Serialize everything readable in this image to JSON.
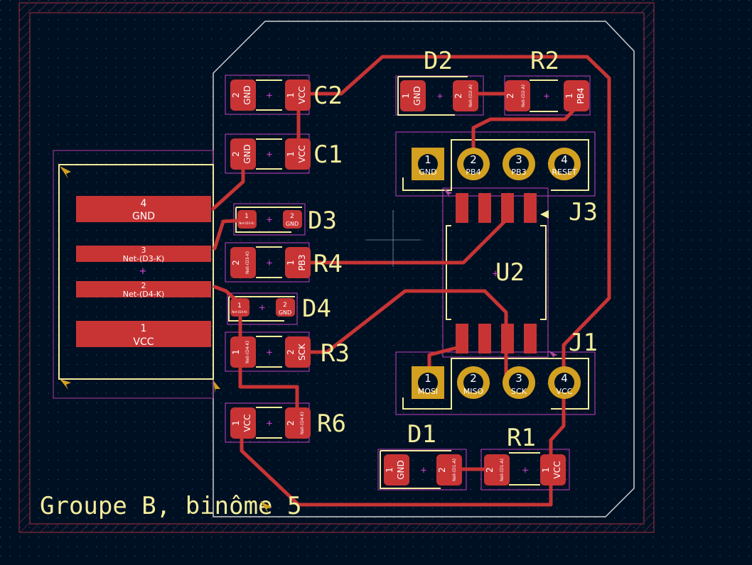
{
  "board": {
    "silkscreen_text": "Groupe B, binôme 5",
    "colors": {
      "background": "#001023",
      "copper": "#c83434",
      "silkscreen": "#f2ec9b",
      "courtyard": "#c040c0",
      "edge_cuts": "#d0d0d0",
      "through_hole_ring": "#c8a020",
      "keepout": "#c83434"
    }
  },
  "components": {
    "C2": {
      "ref": "C2",
      "pads": [
        "GND",
        "VCC"
      ],
      "pad_numbers": [
        "2",
        "1"
      ]
    },
    "C1": {
      "ref": "C1",
      "pads": [
        "GND",
        "VCC"
      ],
      "pad_numbers": [
        "2",
        "1"
      ]
    },
    "D2": {
      "ref": "D2",
      "pads": [
        "GND",
        "Net-(D2-A)"
      ],
      "pad_numbers": [
        "1",
        "2"
      ]
    },
    "R2": {
      "ref": "R2",
      "pads": [
        "Net-(D2-A)",
        "PB4"
      ],
      "pad_numbers": [
        "2",
        "1"
      ]
    },
    "D3": {
      "ref": "D3",
      "pads": [
        "Net-(D3-K)",
        "GND"
      ],
      "pad_numbers": [
        "1",
        "2"
      ]
    },
    "R4": {
      "ref": "R4",
      "pads": [
        "Net-(D3-K)",
        "PB3"
      ],
      "pad_numbers": [
        "2",
        "1"
      ]
    },
    "D4": {
      "ref": "D4",
      "pads": [
        "Net-(D4-K)",
        "GND"
      ],
      "pad_numbers": [
        "1",
        "2"
      ]
    },
    "R3": {
      "ref": "R3",
      "pads": [
        "Net-(D4-K)",
        "SCK"
      ],
      "pad_numbers": [
        "1",
        "2"
      ]
    },
    "R6": {
      "ref": "R6",
      "pads": [
        "VCC",
        "Net-(D4-K)"
      ],
      "pad_numbers": [
        "1",
        "2"
      ]
    },
    "D1": {
      "ref": "D1",
      "pads": [
        "GND",
        "Net-(D1-A)"
      ],
      "pad_numbers": [
        "1",
        "2"
      ]
    },
    "R1": {
      "ref": "R1",
      "pads": [
        "Net-(D1-A)",
        "VCC"
      ],
      "pad_numbers": [
        "2",
        "1"
      ]
    },
    "U2": {
      "ref": "U2"
    },
    "J3": {
      "ref": "J3",
      "pins": [
        "GND",
        "PB4",
        "PB3",
        "RESET"
      ],
      "pin_numbers": [
        "1",
        "2",
        "3",
        "4"
      ]
    },
    "J1": {
      "ref": "J1",
      "pins": [
        "MOSI",
        "MISO",
        "SCK",
        "VCC"
      ],
      "pin_numbers": [
        "1",
        "2",
        "3",
        "4"
      ]
    },
    "USB": {
      "pads": [
        {
          "num": "4",
          "net": "GND"
        },
        {
          "num": "3",
          "net": "Net-(D3-K)"
        },
        {
          "num": "2",
          "net": "Net-(D4-K)"
        },
        {
          "num": "1",
          "net": "VCC"
        }
      ]
    }
  }
}
